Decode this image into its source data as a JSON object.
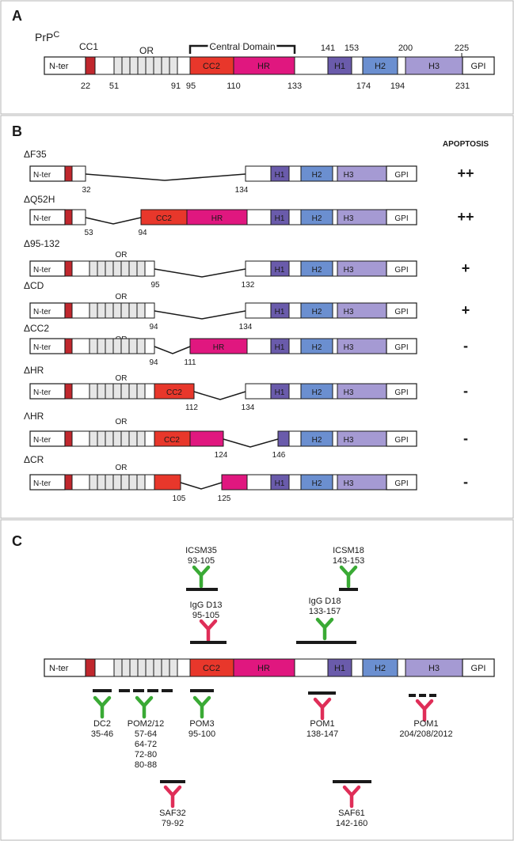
{
  "colors": {
    "cc1": "#c0272d",
    "cc2": "#e8372b",
    "hr": "#e0177f",
    "h1": "#6a5bab",
    "h2": "#6b8fd0",
    "h3": "#a59ad3",
    "or_fill": "#e6e6e6",
    "antibody_green": "#3aaa35",
    "antibody_red": "#df2e58"
  },
  "panel_a": {
    "letter": "A",
    "prp_label": "PrP",
    "prp_sup": "C",
    "cc1_label": "CC1",
    "or_label": "OR",
    "central_domain_label": "Central Domain",
    "segment_labels": {
      "nter": "N-ter",
      "cc2": "CC2",
      "hr": "HR",
      "h1": "H1",
      "h2": "H2",
      "h3": "H3",
      "gpi": "GPI"
    },
    "top_numbers": [
      "141",
      "153",
      "200",
      "225"
    ],
    "bottom_numbers": [
      "22",
      "51",
      "91",
      "95",
      "110",
      "133",
      "174",
      "194",
      "231"
    ]
  },
  "panel_b": {
    "letter": "B",
    "apoptosis_header": "APOPTOSIS",
    "constructs": [
      {
        "name": "ΔF35",
        "apoptosis": "++",
        "numbers": [
          "32",
          "134"
        ]
      },
      {
        "name": "ΔQ52H",
        "apoptosis": "++",
        "numbers": [
          "53",
          "94"
        ]
      },
      {
        "name": "Δ95-132",
        "apoptosis": "+",
        "numbers": [
          "95",
          "132"
        ]
      },
      {
        "name": "ΔCD",
        "apoptosis": "+",
        "numbers": [
          "94",
          "134"
        ]
      },
      {
        "name": "ΔCC2",
        "apoptosis": "-",
        "numbers": [
          "94",
          "111"
        ]
      },
      {
        "name": "ΔHR",
        "apoptosis": "-",
        "numbers": [
          "112",
          "134"
        ]
      },
      {
        "name": "ΛHR",
        "apoptosis": "-",
        "numbers": [
          "124",
          "146"
        ]
      },
      {
        "name": "ΔCR",
        "apoptosis": "-",
        "numbers": [
          "105",
          "125"
        ]
      }
    ]
  },
  "panel_c": {
    "letter": "C",
    "antibodies_top": [
      {
        "name": "ICSM35",
        "range": "93-105",
        "color": "green"
      },
      {
        "name": "IgG D13",
        "range": "95-105",
        "color": "red"
      },
      {
        "name": "ICSM18",
        "range": "143-153",
        "color": "green"
      },
      {
        "name": "IgG D18",
        "range": "133-157",
        "color": "green"
      }
    ],
    "antibodies_bottom": [
      {
        "name": "DC2",
        "range_lines": [
          "35-46"
        ],
        "color": "green"
      },
      {
        "name": "POM2/12",
        "range_lines": [
          "57-64",
          "64-72",
          "72-80",
          "80-88"
        ],
        "color": "green"
      },
      {
        "name": "POM3",
        "range_lines": [
          "95-100"
        ],
        "color": "green"
      },
      {
        "name": "POM1",
        "range_lines": [
          "138-147"
        ],
        "color": "red"
      },
      {
        "name": "POM1",
        "range_lines": [
          "204/208/2012"
        ],
        "color": "red"
      },
      {
        "name": "SAF32",
        "range_lines": [
          "79-92"
        ],
        "color": "red"
      },
      {
        "name": "SAF61",
        "range_lines": [
          "142-160"
        ],
        "color": "red"
      }
    ]
  }
}
